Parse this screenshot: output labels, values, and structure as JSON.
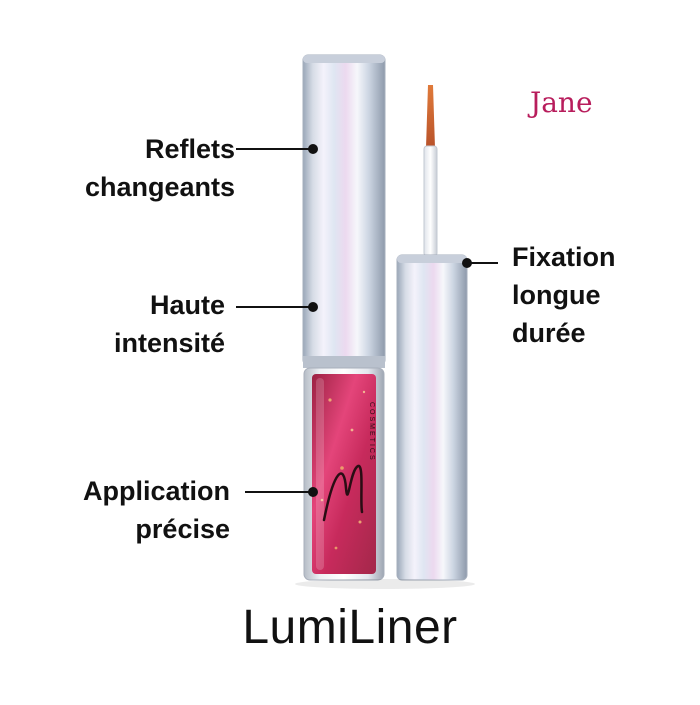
{
  "brand_name": "Jane",
  "product_title": "LumiLiner",
  "logo_text": "COSMETICS",
  "features": {
    "reflets": {
      "line1": "Reflets",
      "line2": "changeants"
    },
    "intensite": {
      "line1": "Haute",
      "line2": "intensité"
    },
    "application": {
      "line1": "Application",
      "line2": "précise"
    },
    "fixation": {
      "line1": "Fixation",
      "line2": "longue",
      "line3": "durée"
    }
  },
  "colors": {
    "brand": "#b81d5c",
    "liquid": "#d8386a",
    "brush_tip": "#c85a2a",
    "text": "#111111"
  }
}
